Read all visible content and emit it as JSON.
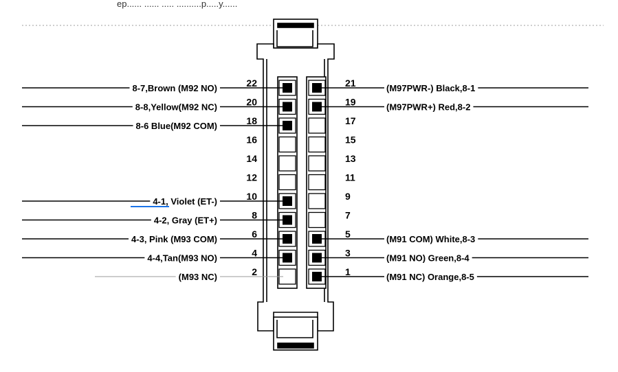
{
  "header_text": "ep...... ...... ..... ..........p.....y......",
  "colors": {
    "line": "#000000",
    "gray_line": "#9a9a9a",
    "dotted": "#b0b0b0",
    "accent": "#1a73e8"
  },
  "connector": {
    "left_pins": [
      {
        "number": "22",
        "populated": true,
        "label": "8-7,Brown (M92  NO)"
      },
      {
        "number": "20",
        "populated": true,
        "label": "8-8,Yellow(M92 NC)"
      },
      {
        "number": "18",
        "populated": true,
        "label": "8-6 Blue(M92 COM)"
      },
      {
        "number": "16",
        "populated": false,
        "label": ""
      },
      {
        "number": "14",
        "populated": false,
        "label": ""
      },
      {
        "number": "12",
        "populated": false,
        "label": ""
      },
      {
        "number": "10",
        "populated": true,
        "label": "4-1, Violet (ET-)"
      },
      {
        "number": "8",
        "populated": true,
        "label": "4-2, Gray (ET+)"
      },
      {
        "number": "6",
        "populated": true,
        "label": "4-3, Pink (M93 COM)"
      },
      {
        "number": "4",
        "populated": true,
        "label": "4-4,Tan(M93 NO)"
      },
      {
        "number": "2",
        "populated": false,
        "label": "(M93 NC)"
      }
    ],
    "right_pins": [
      {
        "number": "21",
        "populated": true,
        "label": "(M97PWR-) Black,8-1"
      },
      {
        "number": "19",
        "populated": true,
        "label": "(M97PWR+) Red,8-2"
      },
      {
        "number": "17",
        "populated": false,
        "label": ""
      },
      {
        "number": "15",
        "populated": false,
        "label": ""
      },
      {
        "number": "13",
        "populated": false,
        "label": ""
      },
      {
        "number": "11",
        "populated": false,
        "label": ""
      },
      {
        "number": "9",
        "populated": false,
        "label": ""
      },
      {
        "number": "7",
        "populated": false,
        "label": ""
      },
      {
        "number": "5",
        "populated": true,
        "label": "(M91 COM) White,8-3"
      },
      {
        "number": "3",
        "populated": true,
        "label": "(M91 NO) Green,8-4"
      },
      {
        "number": "1",
        "populated": true,
        "label": "(M91 NC) Orange,8-5"
      }
    ]
  }
}
